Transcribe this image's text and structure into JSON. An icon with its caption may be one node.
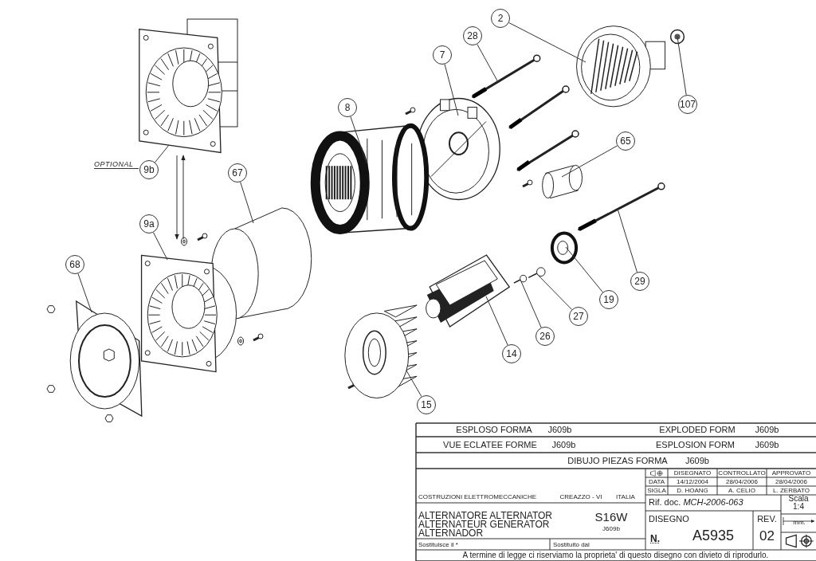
{
  "diagram": {
    "nodes": [
      {
        "text": [
          "2"
        ]
      },
      {
        "text": [
          "28"
        ]
      },
      {
        "text": [
          "7"
        ]
      },
      {
        "text": [
          "107"
        ]
      },
      {
        "text": [
          "8"
        ]
      },
      {
        "text": [
          "65"
        ]
      },
      {
        "text": [
          "9b"
        ]
      },
      {
        "text": [
          "67"
        ]
      },
      {
        "text": [
          "9a"
        ]
      },
      {
        "text": [
          "29"
        ]
      },
      {
        "text": [
          "68"
        ]
      },
      {
        "text": [
          "19"
        ]
      },
      {
        "text": [
          "27"
        ]
      },
      {
        "text": [
          "26"
        ]
      },
      {
        "text": [
          "14"
        ]
      },
      {
        "text": [
          "15"
        ]
      },
      {
        "text": [],
        "shape": "picture"
      },
      {
        "text": [],
        "shape": "picture"
      },
      {
        "text": [],
        "shape": "picture"
      },
      {
        "text": [],
        "shape": "picture"
      },
      {
        "text": [],
        "shape": "picture"
      },
      {
        "text": [],
        "shape": "picture"
      },
      {
        "text": [],
        "shape": "picture"
      },
      {
        "text": [],
        "shape": "cylinder"
      },
      {
        "text": [],
        "shape": "picture"
      },
      {
        "text": [],
        "shape": "picture"
      },
      {
        "text": [],
        "shape": "picture"
      },
      {
        "text": [],
        "shape": "picture"
      },
      {
        "text": [],
        "shape": "picture"
      },
      {
        "text": [],
        "shape": "picture"
      },
      {
        "text": [],
        "shape": "picture"
      },
      {
        "text": [],
        "shape": "picture"
      }
    ],
    "edges": [
      {
        "from": 0,
        "to": 16,
        "arrow": "none"
      },
      {
        "from": 1,
        "to": 17,
        "arrow": "none"
      },
      {
        "from": 2,
        "to": 18,
        "arrow": "none"
      },
      {
        "from": 3,
        "to": 19,
        "arrow": "none"
      },
      {
        "from": 4,
        "to": 20,
        "arrow": "none"
      },
      {
        "from": 5,
        "to": 21,
        "arrow": "none"
      },
      {
        "from": 6,
        "to": 22,
        "arrow": "none"
      },
      {
        "from": 7,
        "to": 23,
        "arrow": "none"
      },
      {
        "from": 8,
        "to": 24,
        "arrow": "none"
      },
      {
        "from": 9,
        "to": 25,
        "arrow": "none"
      },
      {
        "from": 10,
        "to": 26,
        "arrow": "none"
      },
      {
        "from": 11,
        "to": 27,
        "arrow": "none"
      },
      {
        "from": 12,
        "to": 28,
        "arrow": "none"
      },
      {
        "from": 13,
        "to": 29,
        "arrow": "none"
      },
      {
        "from": 14,
        "to": 30,
        "arrow": "none"
      },
      {
        "from": 15,
        "to": 31,
        "arrow": "none"
      },
      {
        "from": 22,
        "to": 24,
        "arrow": "to"
      },
      {
        "from": 24,
        "to": 22,
        "arrow": "to"
      }
    ],
    "labels": [
      "OPTIONAL",
      "ESPLOSO FORMA",
      "J609b",
      "EXPLODED FORM",
      "J609b",
      "VUE ECLATEE FORME",
      "J609b",
      "ESPLOSION FORM",
      "J609b",
      "DIBUJO PIEZAS FORMA",
      "J609b",
      "DISEGNATO",
      "CONTROLLATO",
      "APPROVATO",
      "DATA",
      "14/12/2004",
      "28/04/2006",
      "28/04/2006",
      "SIGLA",
      "D. HOANG",
      "A. CELIO",
      "L. ZERBATO",
      "COSTRUZIONI ELETTROMECCANICHE",
      "CREAZZO - VI",
      "ITALIA",
      "Rif. doc. *MCH-2006-063*",
      "Scala",
      "1:4",
      "ALTERNATORE ALTERNATOR",
      "ALTERNATEUR GENERATOR",
      "ALTERNADOR",
      "S16W",
      "J609b",
      "DISEGNO",
      "REV.",
      "N.",
      "A5935",
      "02",
      "mm.",
      "Sostituisce il *",
      "Sostituito dal",
      "A termine di legge ci riserviamo la proprieta' di questo disegno con divieto di riprodurlo."
    ]
  }
}
